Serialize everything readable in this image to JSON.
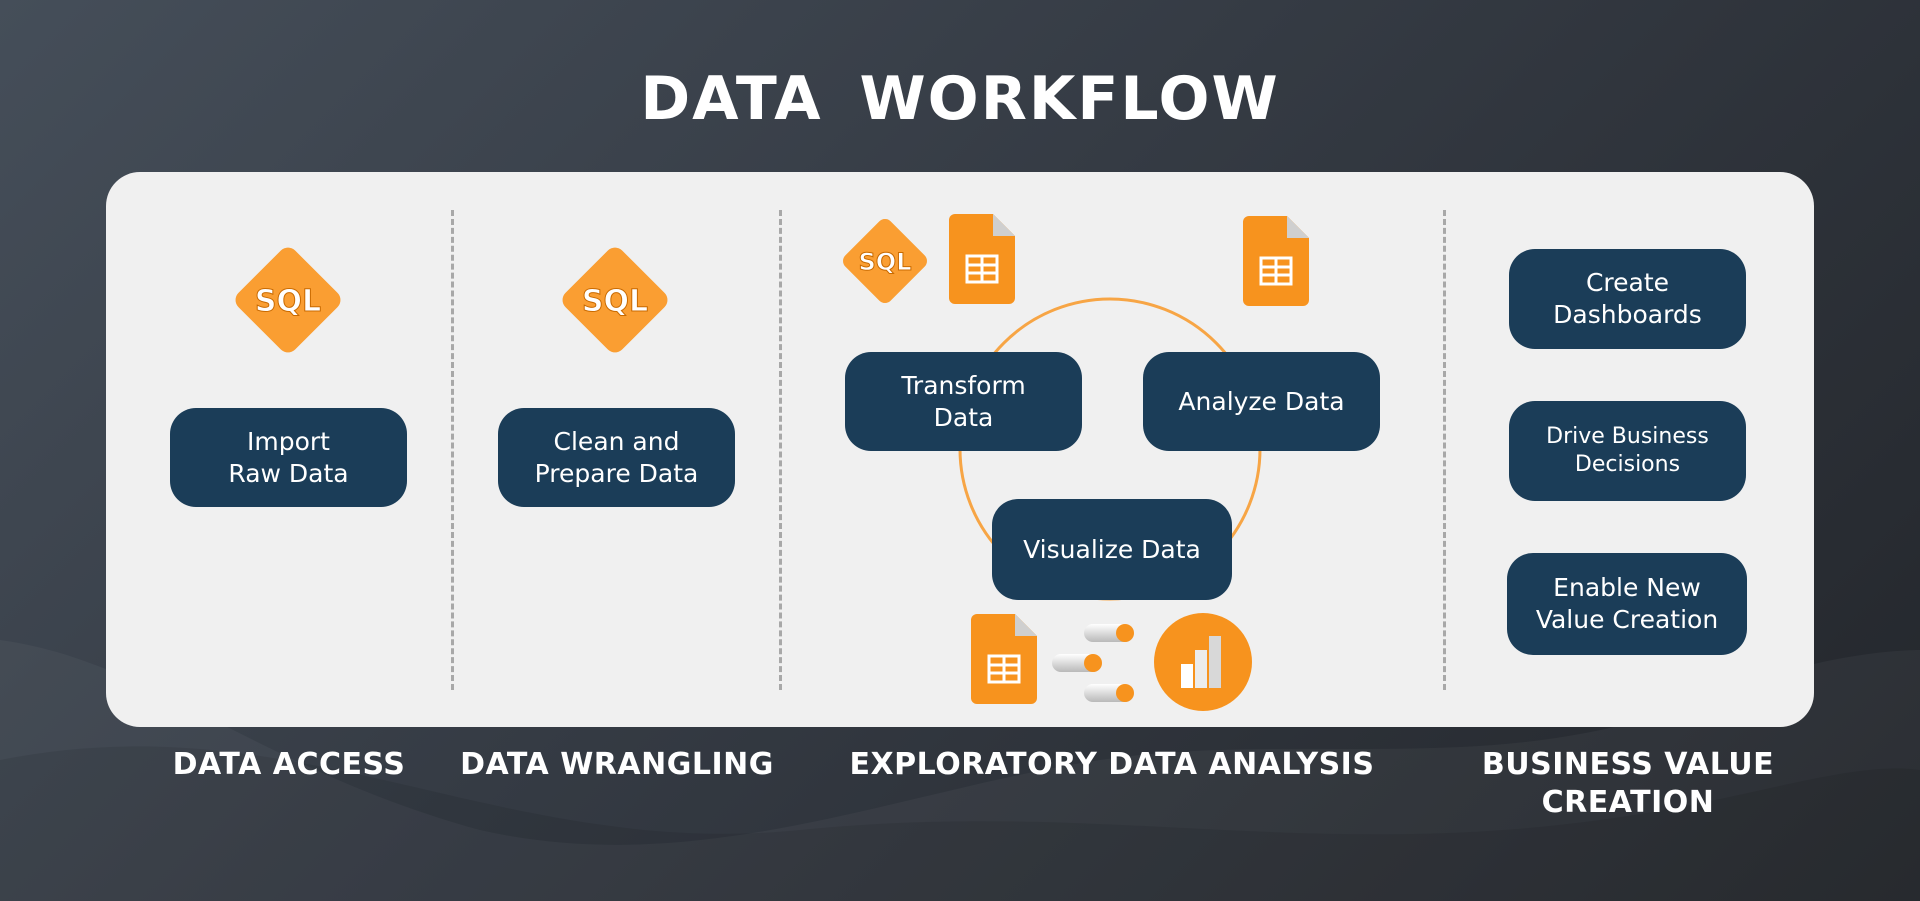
{
  "title": "DATA  WORKFLOW",
  "colors": {
    "accent": "#f7931e",
    "box": "#1b3d58",
    "panel": "#f0f0f0",
    "background": "#353b44"
  },
  "icons": {
    "sql": "sql-diamond-icon",
    "sheet": "spreadsheet-icon",
    "pipeline": "pipeline-icon",
    "chart": "bar-chart-icon"
  },
  "sql_text": "SQL",
  "stages": [
    {
      "label": "DATA  ACCESS",
      "steps": [
        "Import\nRaw Data"
      ]
    },
    {
      "label": "DATA  WRANGLING",
      "steps": [
        "Clean and\nPrepare Data"
      ]
    },
    {
      "label": "EXPLORATORY DATA ANALYSIS",
      "steps": [
        "Transform\nData",
        "Analyze Data",
        "Visualize Data"
      ]
    },
    {
      "label": "BUSINESS VALUE\nCREATION",
      "steps": [
        "Create\nDashboards",
        "Drive Business\nDecisions",
        "Enable New\nValue Creation"
      ]
    }
  ]
}
